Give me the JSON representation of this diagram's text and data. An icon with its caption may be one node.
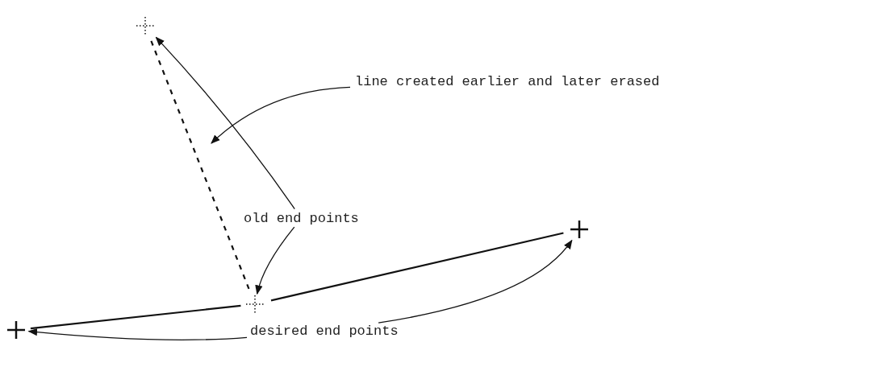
{
  "diagram": {
    "nodes": [
      {
        "text": [
          "line created earlier and later erased"
        ]
      },
      {
        "text": [
          "old end points"
        ]
      },
      {
        "text": [],
        "shape": "cross"
      },
      {
        "text": [],
        "shape": "cross"
      },
      {
        "text": [
          "desired end points"
        ]
      },
      {
        "text": [],
        "shape": "cross"
      },
      {
        "text": [],
        "shape": "cross"
      }
    ],
    "edges": [
      {
        "from": 2,
        "to": 3,
        "arrow": "none",
        "style": "dashed"
      },
      {
        "from": 5,
        "to": 3,
        "arrow": "none"
      },
      {
        "from": 3,
        "to": 6,
        "arrow": "none"
      },
      {
        "from": 0,
        "to": null,
        "arrow": "to"
      },
      {
        "from": 1,
        "to": 2,
        "arrow": "to"
      },
      {
        "from": 1,
        "to": 3,
        "arrow": "to"
      },
      {
        "from": 4,
        "to": 5,
        "arrow": "to"
      },
      {
        "from": 4,
        "to": 6,
        "arrow": "to"
      }
    ]
  }
}
